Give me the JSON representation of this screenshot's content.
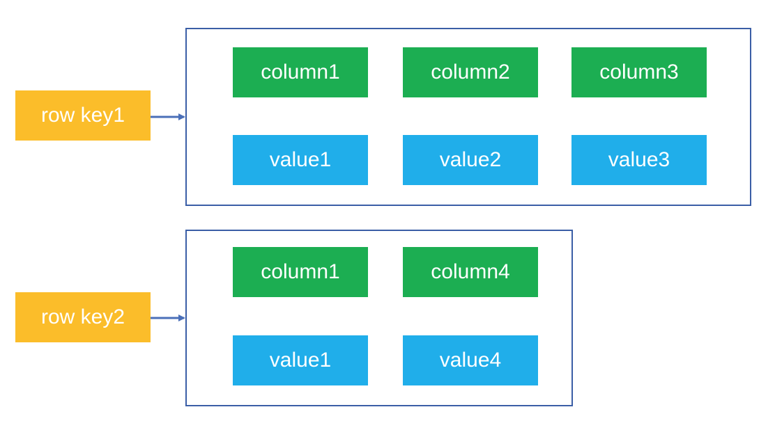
{
  "colors": {
    "rowkey": "#fbbd2a",
    "column": "#1cae52",
    "value": "#20aeea",
    "border": "#3a5ea6",
    "arrow": "#4a6fb8"
  },
  "rows": [
    {
      "key": "row key1",
      "cells": [
        {
          "column": "column1",
          "value": "value1"
        },
        {
          "column": "column2",
          "value": "value2"
        },
        {
          "column": "column3",
          "value": "value3"
        }
      ]
    },
    {
      "key": "row key2",
      "cells": [
        {
          "column": "column1",
          "value": "value1"
        },
        {
          "column": "column4",
          "value": "value4"
        }
      ]
    }
  ]
}
